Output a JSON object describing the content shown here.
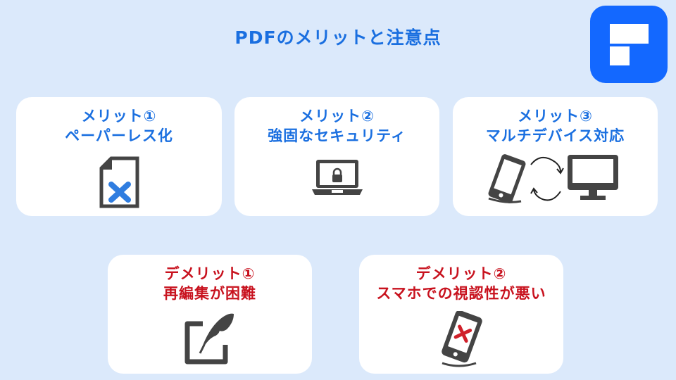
{
  "header": {
    "title": "PDFのメリットと注意点"
  },
  "logo": {
    "icon": "app-logo-icon",
    "color": "#1368ff"
  },
  "colors": {
    "background": "#dbe9fb",
    "merit_text": "#1a6fe0",
    "demerit_text": "#c8121e",
    "icon_dark": "#444444",
    "card": "#ffffff"
  },
  "merits": [
    {
      "label": "メリット①",
      "desc": "ペーパーレス化",
      "icon": "paper-cross-icon"
    },
    {
      "label": "メリット②",
      "desc": "強固なセキュリティ",
      "icon": "laptop-lock-icon"
    },
    {
      "label": "メリット③",
      "desc": "マルチデバイス対応",
      "icon": "phone-monitor-sync-icon"
    }
  ],
  "demerits": [
    {
      "label": "デメリット①",
      "desc": "再編集が困難",
      "icon": "edit-pen-icon"
    },
    {
      "label": "デメリット②",
      "desc": "スマホでの視認性が悪い",
      "icon": "phone-cross-icon"
    }
  ]
}
